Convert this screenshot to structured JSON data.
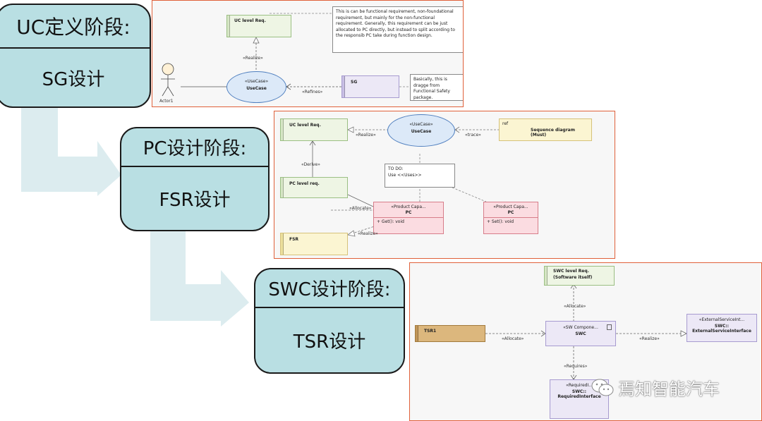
{
  "stages": [
    {
      "title": "UC定义阶段:",
      "body": "SG设计"
    },
    {
      "title": "PC设计阶段:",
      "body": "FSR设计"
    },
    {
      "title": "SWC设计阶段:",
      "body": "TSR设计"
    }
  ],
  "panel1": {
    "uc_req": "UC level Req.",
    "note1": "This is can be functional requirement, non-foundational requirement, but mainly for the non-functional requirement. Generally, this requirement can be just allocated to PC directly, but instead to split according to the responsib PC take during function design.",
    "realize": "«Realize»",
    "usecase_stereo": "«UseCase»",
    "usecase": "UseCase",
    "actor": "Actor1",
    "refines": "«Refines»",
    "sg": "SG",
    "note2": "Basically, this is dragge from Functional Safety package."
  },
  "panel2": {
    "uc_req": "UC level Req.",
    "realize_top": "«Realize»",
    "usecase_stereo": "«UseCase»",
    "usecase": "UseCase",
    "trace": "«trace»",
    "ref": "ref",
    "seq": "Sequence diagram (Must)",
    "derive": "«Derive»",
    "todo_line1": "TO DO:",
    "todo_line2": "Use <<Uses>>",
    "pc_req": "PC level req.",
    "allocate": "«Allocate»",
    "pc1_stereo": "«Product Capa...",
    "pc1_name": "PC",
    "pc1_op": "+    Get(): void",
    "pc2_stereo": "«Product Capa...",
    "pc2_name": "PC",
    "pc2_op": "+    Set(): void",
    "fsr": "FSR",
    "realize_bottom": "«Realize»"
  },
  "panel3": {
    "swc_req_1": "SWC level Req.",
    "swc_req_2": "(Software itself)",
    "allocate_top": "«Allocate»",
    "tsr": "TSR1",
    "allocate_left": "«Allocate»",
    "swc_stereo": "«SW Compone...",
    "swc_name": "SWC",
    "realize": "«Realize»",
    "ext_stereo": "«ExternalServiceInt...",
    "ext_name_1": "SWC::",
    "ext_name_2": "ExternalServiceInterface",
    "requires": "«Requires»",
    "req_stereo": "«RequiredI...",
    "req_name_1": "SWC::",
    "req_name_2": "RequiredInterface"
  },
  "watermark": "焉知智能汽车",
  "colors": {
    "stage_fill": "#b9dfe3",
    "arrow_fill": "#dcecef",
    "panel_border": "#e0603a"
  }
}
